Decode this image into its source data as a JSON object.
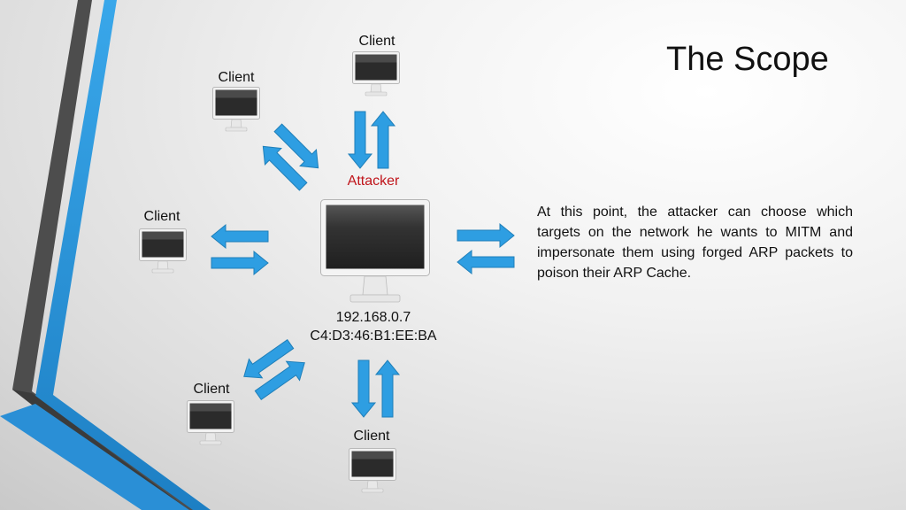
{
  "slide": {
    "title": "The Scope",
    "description": "At this point, the attacker can choose which targets on the network he wants to MITM and impersonate them using forged ARP packets to poison their ARP Cache."
  },
  "diagram": {
    "attacker": {
      "label": "Attacker",
      "ip": "192.168.0.7",
      "mac": "C4:D3:46:B1:EE:BA",
      "label_color": "#c0141a"
    },
    "clients": [
      {
        "label": "Client"
      },
      {
        "label": "Client"
      },
      {
        "label": "Client"
      },
      {
        "label": "Client"
      },
      {
        "label": "Client"
      }
    ],
    "right_target_label": "",
    "colors": {
      "arrow_fill": "#2e9ee2",
      "arrow_stroke": "#1f7fb9",
      "monitor_screen": "#2b2b2b",
      "accent_blue": "#2a8fd6",
      "accent_dark": "#4a4a4a"
    },
    "icons": [
      "monitor-icon",
      "double-arrow-icon"
    ]
  }
}
